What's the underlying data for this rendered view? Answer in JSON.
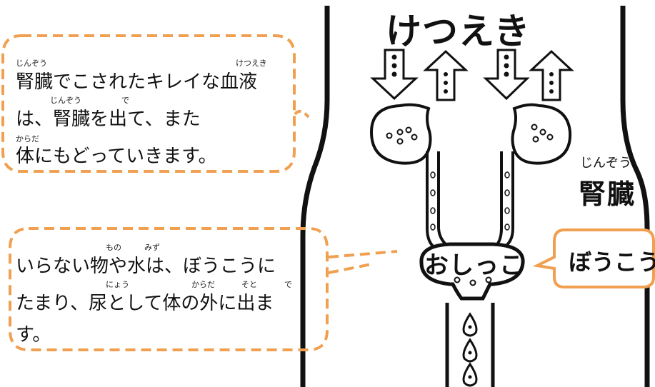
{
  "title": "けつえき",
  "kidney": {
    "label": "腎臓",
    "furigana": "じんぞう"
  },
  "bladder": {
    "label": "ぼうこう",
    "inner_text": "おしっこ"
  },
  "box_top": {
    "lines": [
      "腎臓でこされたキレイな血液",
      "は、腎臓を出て、また",
      "体にもどっていきます。"
    ],
    "furigana": {
      "kidney1": "じんぞう",
      "blood": "けつえき",
      "kidney2": "じんぞう",
      "exit": "で",
      "body": "からだ"
    }
  },
  "box_bottom": {
    "lines": [
      "いらない物や水は、ぼうこうに",
      "たまり、尿として体の外に出ま",
      "す。"
    ],
    "furigana": {
      "thing": "もの",
      "water": "みず",
      "urine": "にょう",
      "body": "からだ",
      "outside": "そと",
      "exit": "で"
    }
  },
  "colors": {
    "orange": "#f0a050",
    "stroke": "#111111"
  }
}
